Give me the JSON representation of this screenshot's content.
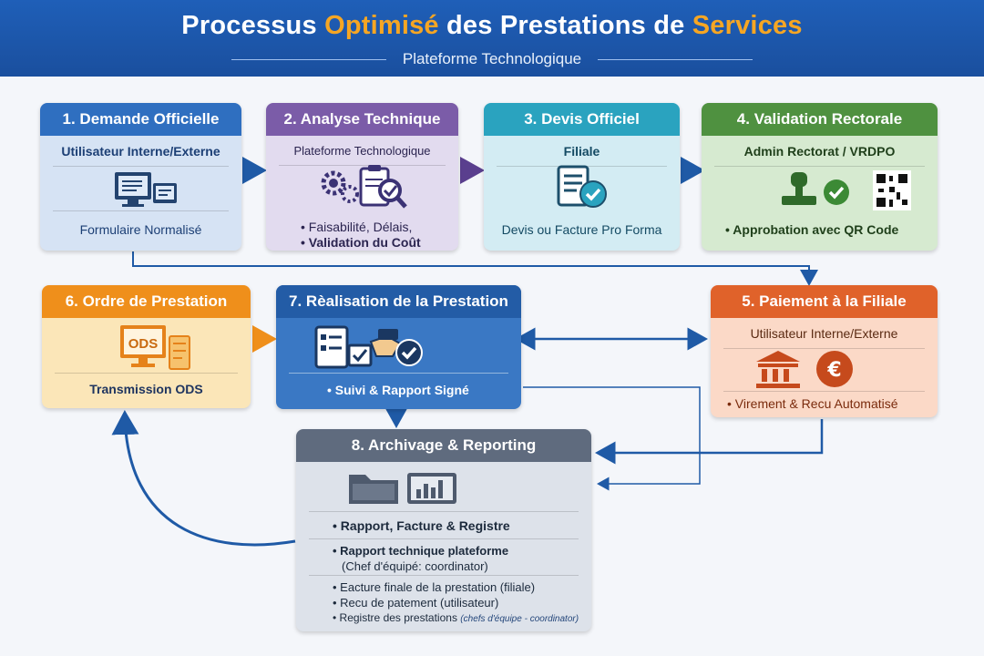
{
  "header": {
    "title_parts": [
      "Processus ",
      "Optimisé",
      " des Prestations de ",
      "Services"
    ],
    "subtitle": "Plateforme Technologique"
  },
  "steps": [
    {
      "title": "1. Demande Officielle",
      "sub": "Utilisateur Interne/Externe",
      "foot": "Formulaire Normalisé"
    },
    {
      "title": "2. Analyse Technique",
      "sub": "Plateforme Technologique",
      "bullets": [
        "Faisabilité, Délais,",
        "Validation du Coût"
      ]
    },
    {
      "title": "3. Devis Officiel",
      "sub": "Filiale",
      "foot": "Devis ou Facture Pro Forma"
    },
    {
      "title": "4. Validation Rectorale",
      "sub": "Admin Rectorat / VRDPO",
      "bullets": [
        "Approbation avec QR Code"
      ]
    },
    {
      "title": "5. Paiement à la Filiale",
      "sub": "Utilisateur Interne/Externe",
      "bullets": [
        "Virement & Recu Automatisé"
      ]
    },
    {
      "title": "6. Ordre de Prestation",
      "foot": "Transmission ODS",
      "icon_text": "ODS"
    },
    {
      "title": "7. Rèalisation de la Prestation",
      "bullets": [
        "Suivi & Rapport Signé"
      ]
    },
    {
      "title": "8. Archivage & Reporting",
      "group1": [
        "Rapport, Facture & Registre"
      ],
      "group2": [
        "Rapport technique plateforme",
        "(Chef d'équipé: coordinator)"
      ],
      "group3": [
        "Eacture finale de la prestation (filiale)",
        "Recu de patement (utilisateur)",
        "Registre des prestations"
      ],
      "group3_note": "(chefs d'équipe - coordinator)"
    }
  ],
  "icons": {
    "step1": "computer-monitors-icon",
    "step2": "gears-clipboard-magnifier-icon",
    "step3": "document-check-icon",
    "step4": "stamp-check-qr-icon",
    "step5": "bank-euro-icon",
    "step6": "ods-monitor-icon",
    "step7": "checklist-handshake-icon",
    "step8": "folder-report-icon"
  },
  "colors": {
    "step1": "#2f6fc0",
    "step2": "#7b5ca8",
    "step3": "#2aa3bf",
    "step4": "#4f9140",
    "step5": "#e0622a",
    "step6": "#ef8f1b",
    "step7": "#2f6fc0",
    "step8": "#5f6b7e",
    "arrow": "#1f5aa6"
  }
}
